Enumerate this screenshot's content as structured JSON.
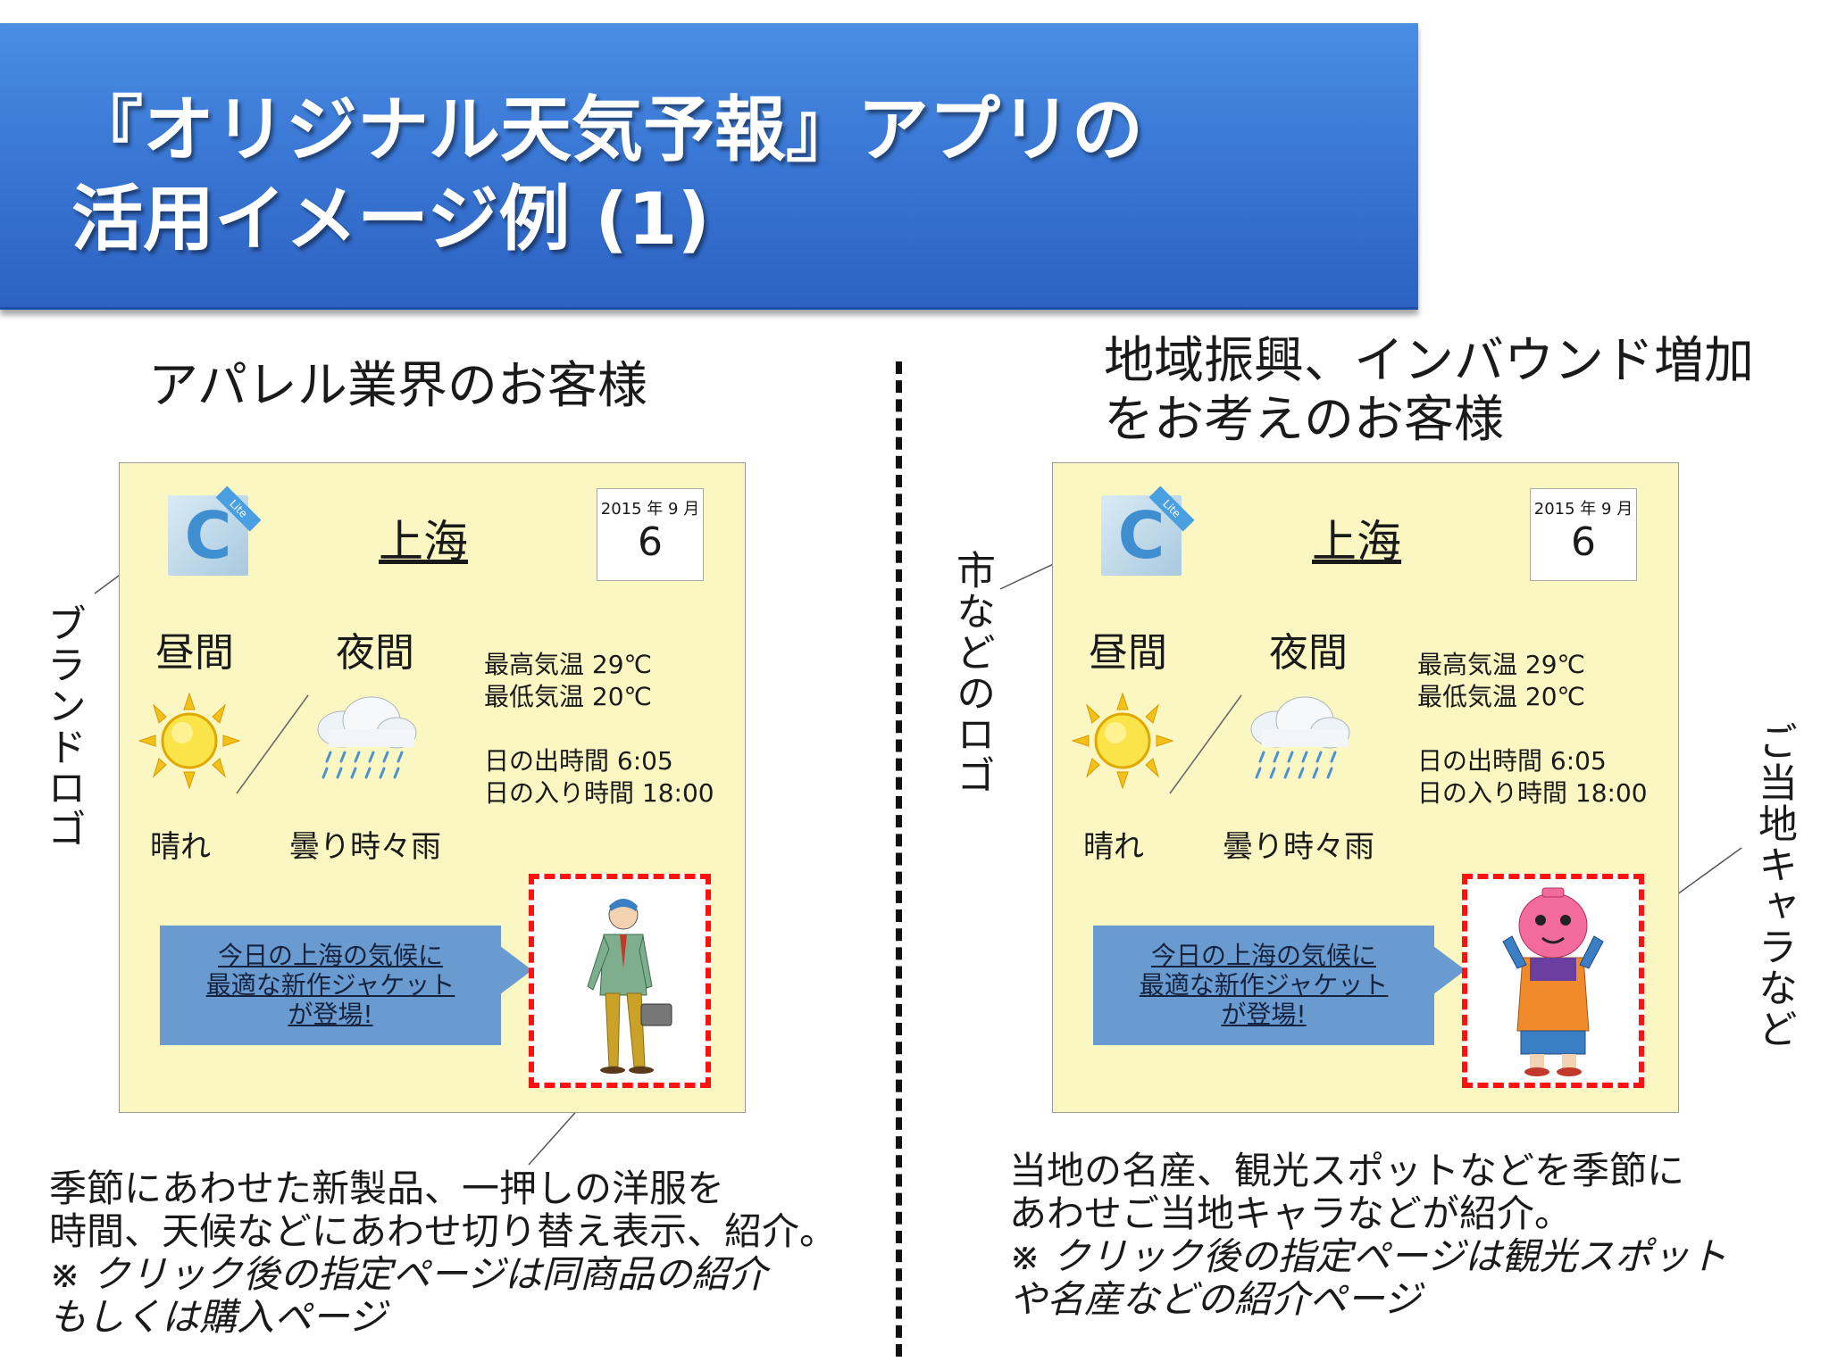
{
  "title": {
    "line1": "『オリジナル天気予報』アプリの",
    "line2": "活用イメージ例 (1)"
  },
  "left": {
    "heading": "アパレル業界のお客様",
    "side_label": "ブランドロゴ",
    "description": [
      "季節にあわせた新製品、一押しの洋服を",
      "時間、天候などにあわせ切り替え表示、紹介。"
    ],
    "note": [
      "※ クリック後の指定ページは同商品の紹介",
      "もしくは購入ページ"
    ],
    "card": {
      "logo_letter": "C",
      "logo_badge": "Lite",
      "city": "上海",
      "date_ym": "2015 年 9 月",
      "date_day": "6",
      "day_label": "昼間",
      "night_label": "夜間",
      "max_temp": "最高気温  29℃",
      "min_temp": "最低気温  20℃",
      "sunrise": "日の出時間  6:05",
      "sunset": "日の入り時間  18:00",
      "day_weather": "晴れ",
      "night_weather": "曇り時々雨",
      "ad_lines": [
        "今日の上海の気候に",
        "最適な新作ジャケット",
        "が登場!"
      ],
      "ad_image_icon": "businessman-figure-icon"
    }
  },
  "right": {
    "heading_line1": "地域振興、インバウンド増加",
    "heading_line2": "をお考えのお客様",
    "side_label_left": "市などのロゴ",
    "side_label_right": "ご当地キャラなど",
    "description": [
      "当地の名産、観光スポットなどを季節に",
      "あわせご当地キャラなどが紹介。"
    ],
    "note": [
      "※ クリック後の指定ページは観光スポット",
      "や名産などの紹介ページ"
    ],
    "card": {
      "logo_letter": "C",
      "logo_badge": "Lite",
      "city": "上海",
      "date_ym": "2015 年 9 月",
      "date_day": "6",
      "day_label": "昼間",
      "night_label": "夜間",
      "max_temp": "最高気温  29℃",
      "min_temp": "最低気温  20℃",
      "sunrise": "日の出時間  6:05",
      "sunset": "日の入り時間  18:00",
      "day_weather": "晴れ",
      "night_weather": "曇り時々雨",
      "ad_lines": [
        "今日の上海の気候に",
        "最適な新作ジャケット",
        "が登場!"
      ],
      "ad_image_icon": "mascot-character-icon"
    }
  },
  "colors": {
    "banner": "#3a78d6",
    "card_bg": "#fbf7c2",
    "bubble": "#6a9bd0",
    "frame": "#ff1111"
  }
}
